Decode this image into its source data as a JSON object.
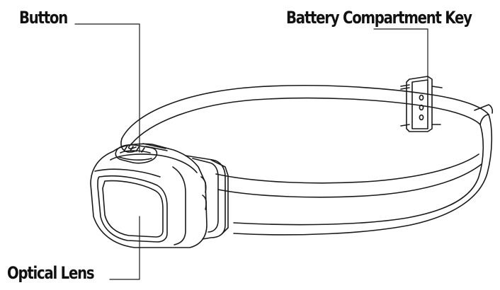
{
  "diagram": {
    "labels": {
      "button": "Button",
      "battery_key": "Battery Compartment Key",
      "optical_lens": "Optical Lens"
    },
    "colors": {
      "stroke": "#1a1a1a",
      "fill": "#ffffff",
      "text": "#111111"
    },
    "parts": [
      "headband",
      "lamp-housing",
      "button",
      "optical-lens",
      "battery-compartment-key"
    ]
  }
}
